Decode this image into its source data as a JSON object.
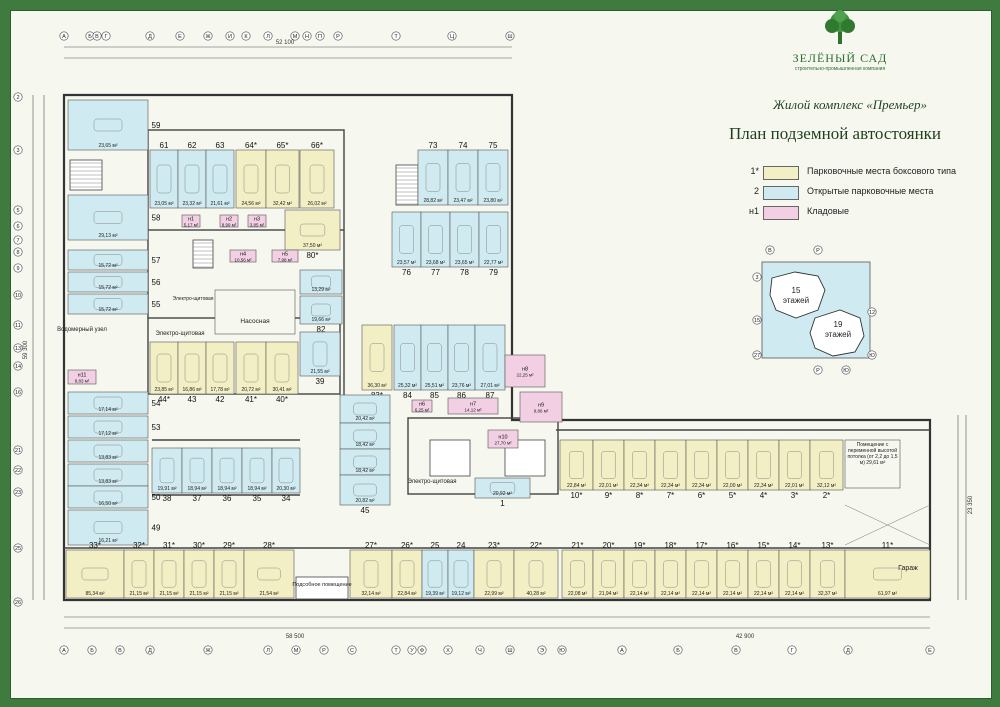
{
  "header": {
    "brand": "ЗЕЛЁНЫЙ САД",
    "brand_sub": "строительно-промышленная компания",
    "complex": "Жилой комплекс «Премьер»",
    "title": "План подземной автостоянки"
  },
  "legend": [
    {
      "key": "1*",
      "label": "Парковочные места боксового типа",
      "color": "#f3efc4"
    },
    {
      "key": "2",
      "label": "Открытые парковочные места",
      "color": "#cfeaf0"
    },
    {
      "key": "н1",
      "label": "Кладовые",
      "color": "#f2cfe3"
    }
  ],
  "keyplan": {
    "tower1": [
      "15",
      "этажей"
    ],
    "tower2": [
      "19",
      "этажей"
    ],
    "axes": [
      "В",
      "Р",
      "3",
      "15",
      "12",
      "27",
      "Р",
      "Ю",
      "Ю"
    ]
  },
  "dims": {
    "total_top": "52 100",
    "total_bottom_left": "58 500",
    "total_bottom_right": "42 900",
    "total_left": "59 300",
    "total_right": "23 350"
  },
  "axes_top": [
    "А",
    "Б",
    "В",
    "Г",
    "Д",
    "Е",
    "Ж",
    "И",
    "К",
    "Л",
    "М",
    "Н",
    "П",
    "Р",
    "Т",
    "Ц",
    "Ш"
  ],
  "axes_bottom": [
    "А",
    "Б",
    "В",
    "Д",
    "Ж",
    "Л",
    "М",
    "Р",
    "С",
    "Т",
    "У",
    "Ф",
    "Х",
    "Ч",
    "Ш",
    "Э",
    "Ю",
    "А",
    "Б",
    "В",
    "Г",
    "Д",
    "Е"
  ],
  "axes_left": [
    "2",
    "3",
    "5",
    "6",
    "7",
    "8",
    "9",
    "10",
    "11",
    "13",
    "14",
    "16",
    "21",
    "22",
    "23",
    "25",
    "26"
  ],
  "rooms": {
    "pump": "Насосная",
    "elec1": "Электро-щитовая",
    "elec2": "Электро-щитовая",
    "elec3": "Электро-щитовая",
    "water": "Водомерный узел",
    "sub": "Подсобное помещение",
    "garage": "Гараж",
    "variable": "Помещение с переменной высотой потолка (от 2,2 до 1,5 м) 29,61 м²"
  },
  "spots": [
    {
      "n": "61",
      "a": "23,05 м²",
      "t": "open"
    },
    {
      "n": "62",
      "a": "23,32 м²",
      "t": "open"
    },
    {
      "n": "63",
      "a": "21,61 м²",
      "t": "open"
    },
    {
      "n": "64*",
      "a": "24,56 м²",
      "t": "box"
    },
    {
      "n": "65*",
      "a": "32,42 м²",
      "t": "box"
    },
    {
      "n": "66*",
      "a": "26,02 м²",
      "t": "box"
    },
    {
      "n": "73",
      "a": "28,82 м²",
      "t": "open"
    },
    {
      "n": "74",
      "a": "23,47 м²",
      "t": "open"
    },
    {
      "n": "75",
      "a": "23,80 м²",
      "t": "open"
    },
    {
      "n": "76",
      "a": "23,57 м²",
      "t": "open"
    },
    {
      "n": "77",
      "a": "23,68 м²",
      "t": "open"
    },
    {
      "n": "78",
      "a": "23,65 м²",
      "t": "open"
    },
    {
      "n": "79",
      "a": "22,77 м²",
      "t": "open"
    },
    {
      "n": "80*",
      "a": "37,50 м²",
      "t": "box"
    },
    {
      "n": "59",
      "a": "23,65 м²",
      "t": "open"
    },
    {
      "n": "58",
      "a": "29,13 м²",
      "t": "open"
    },
    {
      "n": "57",
      "a": "15,72 м²",
      "t": "open"
    },
    {
      "n": "56",
      "a": "15,72 м²",
      "t": "open"
    },
    {
      "n": "55",
      "a": "15,72 м²",
      "t": "open"
    },
    {
      "n": "81",
      "a": "13,29 м²",
      "t": "open"
    },
    {
      "n": "82",
      "a": "19,66 м²",
      "t": "open"
    },
    {
      "n": "83*",
      "a": "36,30 м²",
      "t": "box"
    },
    {
      "n": "84",
      "a": "25,32 м²",
      "t": "open"
    },
    {
      "n": "85",
      "a": "25,51 м²",
      "t": "open"
    },
    {
      "n": "86",
      "a": "23,76 м²",
      "t": "open"
    },
    {
      "n": "87",
      "a": "27,01 м²",
      "t": "open"
    },
    {
      "n": "44*",
      "a": "23,85 м²",
      "t": "box"
    },
    {
      "n": "43",
      "a": "16,86 м²",
      "t": "box"
    },
    {
      "n": "42",
      "a": "17,78 м²",
      "t": "box"
    },
    {
      "n": "41*",
      "a": "20,72 м²",
      "t": "box"
    },
    {
      "n": "40*",
      "a": "30,41 м²",
      "t": "box"
    },
    {
      "n": "39",
      "a": "21,55 м²",
      "t": "open"
    },
    {
      "n": "54",
      "a": "17,14 м²",
      "t": "open"
    },
    {
      "n": "53",
      "a": "17,12 м²",
      "t": "open"
    },
    {
      "n": "52",
      "a": "13,83 м²",
      "t": "open"
    },
    {
      "n": "51",
      "a": "13,83 м²",
      "t": "open"
    },
    {
      "n": "50",
      "a": "16,50 м²",
      "t": "open"
    },
    {
      "n": "49",
      "a": "16,21 м²",
      "t": "open"
    },
    {
      "n": "48",
      "a": "20,42 м²",
      "t": "open"
    },
    {
      "n": "47",
      "a": "18,42 м²",
      "t": "open"
    },
    {
      "n": "46",
      "a": "18,42 м²",
      "t": "open"
    },
    {
      "n": "45",
      "a": "20,82 м²",
      "t": "open"
    },
    {
      "n": "38",
      "a": "19,91 м²",
      "t": "open"
    },
    {
      "n": "37",
      "a": "18,94 м²",
      "t": "open"
    },
    {
      "n": "36",
      "a": "18,94 м²",
      "t": "open"
    },
    {
      "n": "35",
      "a": "18,94 м²",
      "t": "open"
    },
    {
      "n": "34",
      "a": "20,30 м²",
      "t": "open"
    },
    {
      "n": "1",
      "a": "20,92 м²",
      "t": "open"
    },
    {
      "n": "10*",
      "a": "22,84 м²",
      "t": "box"
    },
    {
      "n": "9*",
      "a": "22,01 м²",
      "t": "box"
    },
    {
      "n": "8*",
      "a": "22,34 м²",
      "t": "box"
    },
    {
      "n": "7*",
      "a": "22,34 м²",
      "t": "box"
    },
    {
      "n": "6*",
      "a": "22,34 м²",
      "t": "box"
    },
    {
      "n": "5*",
      "a": "22,00 м²",
      "t": "box"
    },
    {
      "n": "4*",
      "a": "22,34 м²",
      "t": "box"
    },
    {
      "n": "3*",
      "a": "22,01 м²",
      "t": "box"
    },
    {
      "n": "2*",
      "a": "32,12 м²",
      "t": "box"
    },
    {
      "n": "33*",
      "a": "85,34 м²",
      "t": "box"
    },
    {
      "n": "32*",
      "a": "21,15 м²",
      "t": "box"
    },
    {
      "n": "31*",
      "a": "21,15 м²",
      "t": "box"
    },
    {
      "n": "30*",
      "a": "21,15 м²",
      "t": "box"
    },
    {
      "n": "29*",
      "a": "21,15 м²",
      "t": "box"
    },
    {
      "n": "28*",
      "a": "21,54 м²",
      "t": "box"
    },
    {
      "n": "27*",
      "a": "32,14 м²",
      "t": "box"
    },
    {
      "n": "26*",
      "a": "22,84 м²",
      "t": "box"
    },
    {
      "n": "25",
      "a": "19,39 м²",
      "t": "open"
    },
    {
      "n": "24",
      "a": "19,12 м²",
      "t": "open"
    },
    {
      "n": "23*",
      "a": "22,99 м²",
      "t": "box"
    },
    {
      "n": "22*",
      "a": "40,28 м²",
      "t": "box"
    },
    {
      "n": "21*",
      "a": "22,08 м²",
      "t": "box"
    },
    {
      "n": "20*",
      "a": "21,94 м²",
      "t": "box"
    },
    {
      "n": "19*",
      "a": "22,14 м²",
      "t": "box"
    },
    {
      "n": "18*",
      "a": "22,14 м²",
      "t": "box"
    },
    {
      "n": "17*",
      "a": "22,14 м²",
      "t": "box"
    },
    {
      "n": "16*",
      "a": "22,14 м²",
      "t": "box"
    },
    {
      "n": "15*",
      "a": "22,14 м²",
      "t": "box"
    },
    {
      "n": "14*",
      "a": "22,14 м²",
      "t": "box"
    },
    {
      "n": "13*",
      "a": "32,37 м²",
      "t": "box"
    },
    {
      "n": "11*",
      "a": "61,97 м²",
      "t": "box"
    }
  ],
  "storages": [
    {
      "n": "н1",
      "a": "5,17 м²"
    },
    {
      "n": "н2",
      "a": "8,99 м²"
    },
    {
      "n": "н3",
      "a": "3,85 м²"
    },
    {
      "n": "н4",
      "a": "10,56 м²"
    },
    {
      "n": "н5",
      "a": "7,98 м²"
    },
    {
      "n": "н11",
      "a": "8,83 м²"
    },
    {
      "n": "н6",
      "a": "6,25 м²"
    },
    {
      "n": "н7",
      "a": "14,12 м²"
    },
    {
      "n": "н8",
      "a": "22,25 м²"
    },
    {
      "n": "н9",
      "a": "9,86 м²"
    },
    {
      "n": "н10",
      "a": "27,70 м²"
    }
  ]
}
